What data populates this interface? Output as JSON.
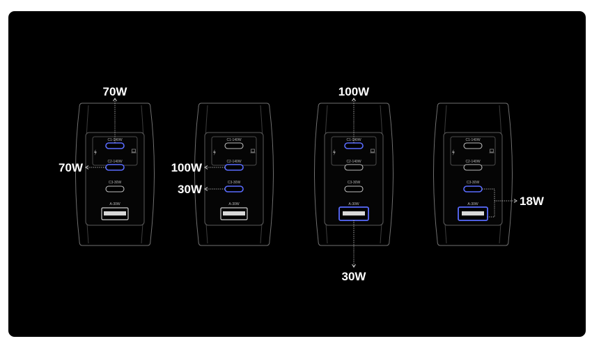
{
  "port_labels": {
    "c1": "C1-140W",
    "c2": "C2-140W",
    "c3": "C3-30W",
    "a": "A-30W"
  },
  "scenarios": [
    {
      "outputs": [
        "70W",
        "70W"
      ]
    },
    {
      "outputs": [
        "100W",
        "30W"
      ]
    },
    {
      "outputs": [
        "100W",
        "30W"
      ]
    },
    {
      "outputs": [
        "18W"
      ]
    }
  ],
  "colors": {
    "background": "#000000",
    "active_port": "#5a6cff",
    "text": "#ffffff"
  }
}
